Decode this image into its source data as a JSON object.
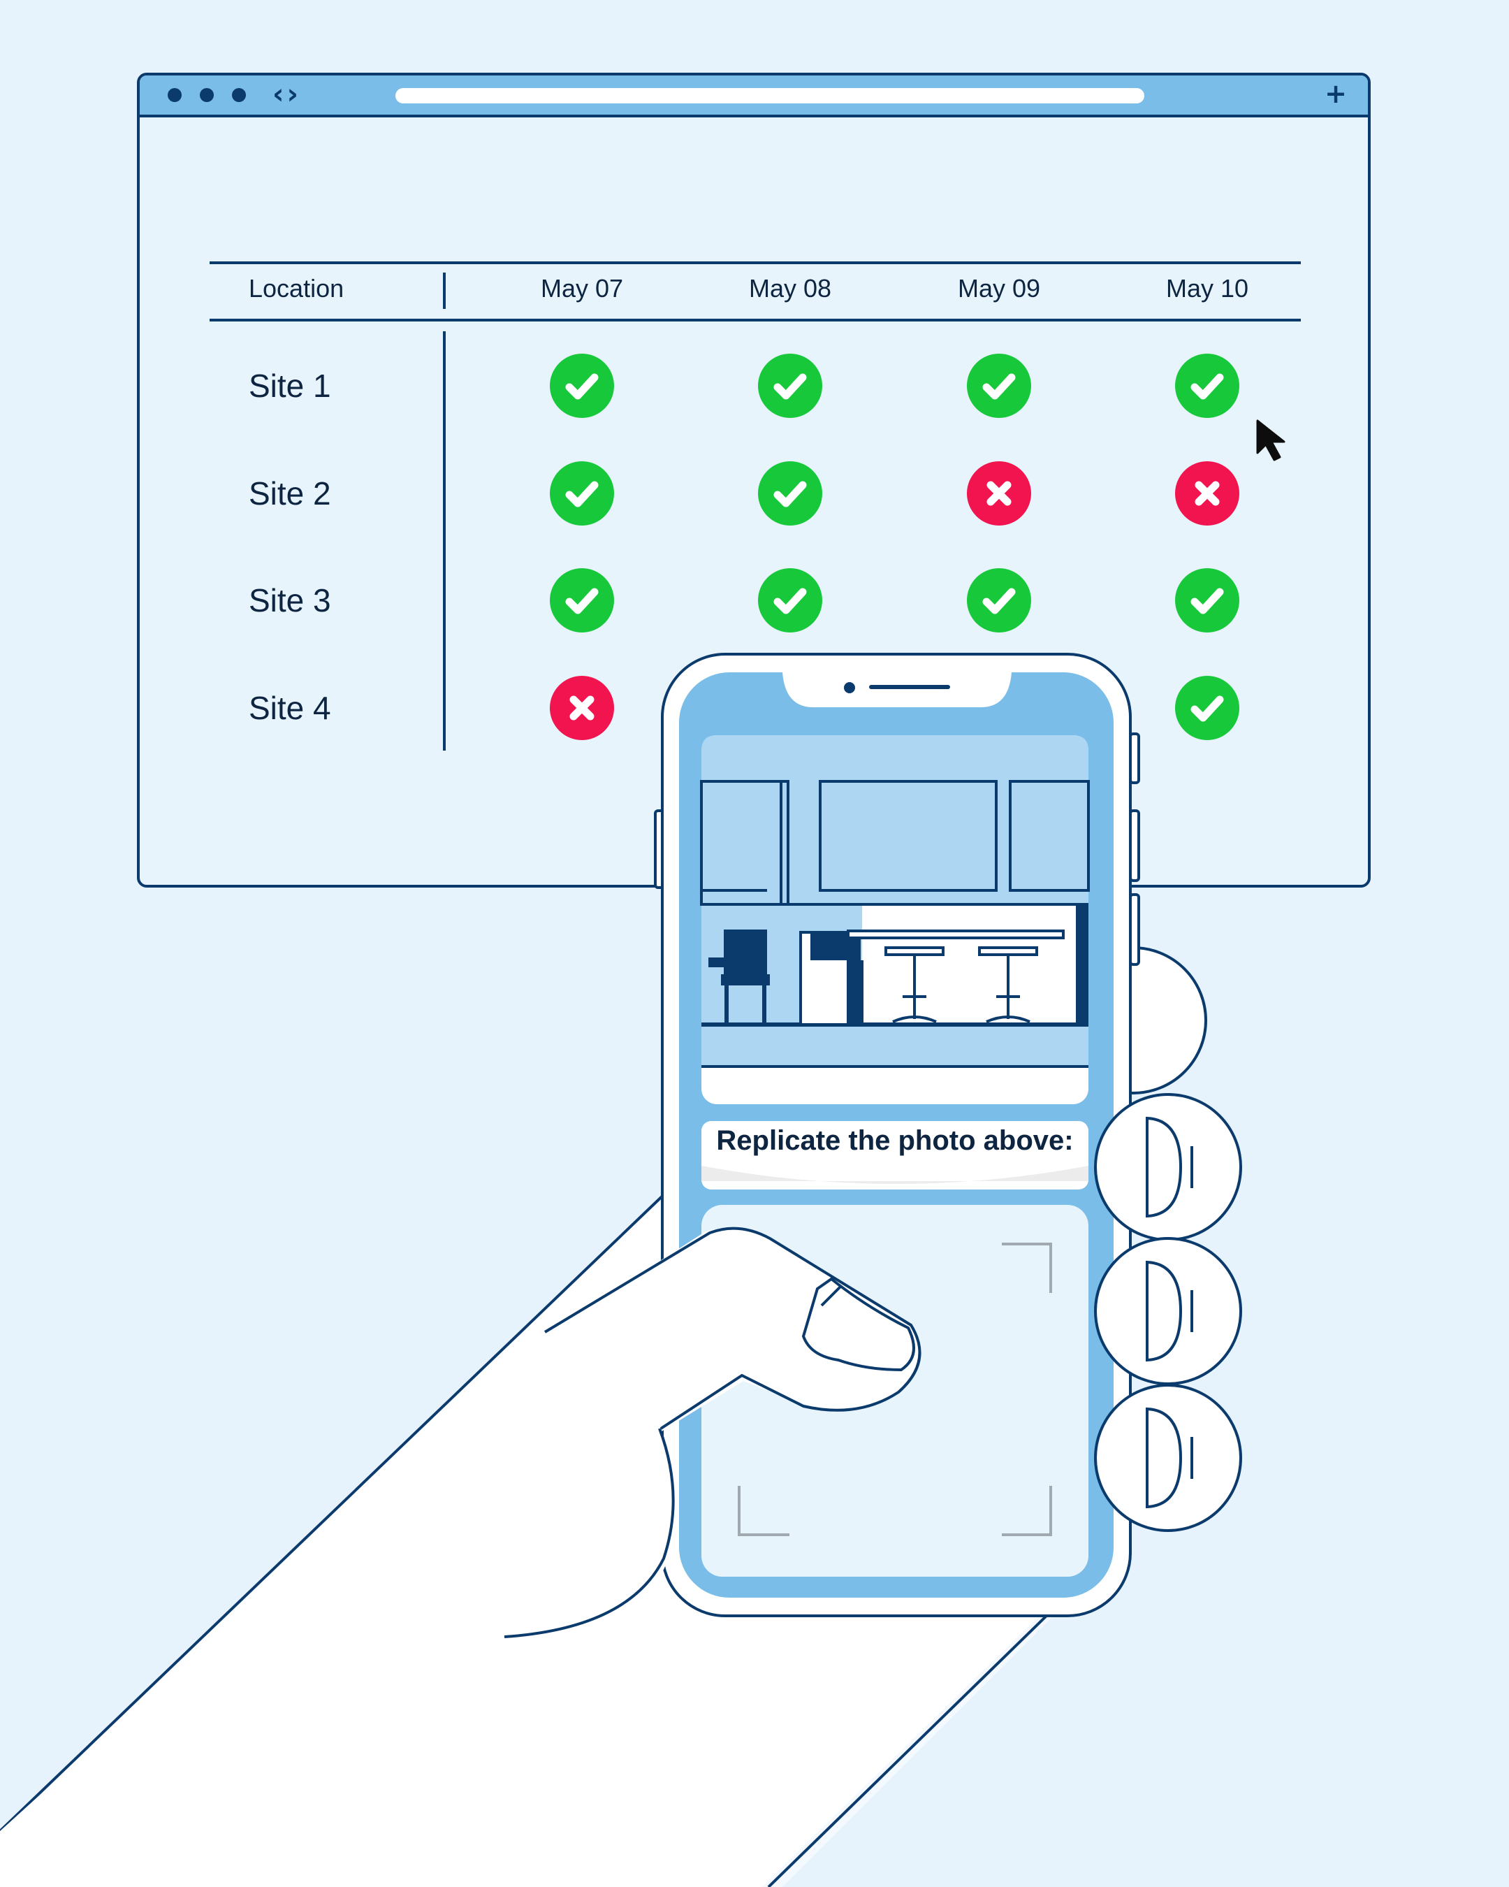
{
  "browser": {
    "nav_icon": "back-forward-arrows-icon",
    "new_tab_icon": "plus-icon"
  },
  "table": {
    "header_location": "Location",
    "dates": [
      "May 07",
      "May 08",
      "May 09",
      "May 10"
    ],
    "rows": [
      {
        "site": "Site 1",
        "status": [
          "pass",
          "pass",
          "pass",
          "pass"
        ]
      },
      {
        "site": "Site 2",
        "status": [
          "pass",
          "pass",
          "fail",
          "fail"
        ]
      },
      {
        "site": "Site 3",
        "status": [
          "pass",
          "pass",
          "pass",
          "pass"
        ]
      },
      {
        "site": "Site 4",
        "status": [
          "fail",
          "hidden",
          "hidden",
          "pass"
        ]
      }
    ],
    "colors": {
      "pass": "#17c93a",
      "fail": "#f2144f",
      "line": "#0b3a6c"
    }
  },
  "phone": {
    "prompt": "Replicate the photo above:"
  }
}
